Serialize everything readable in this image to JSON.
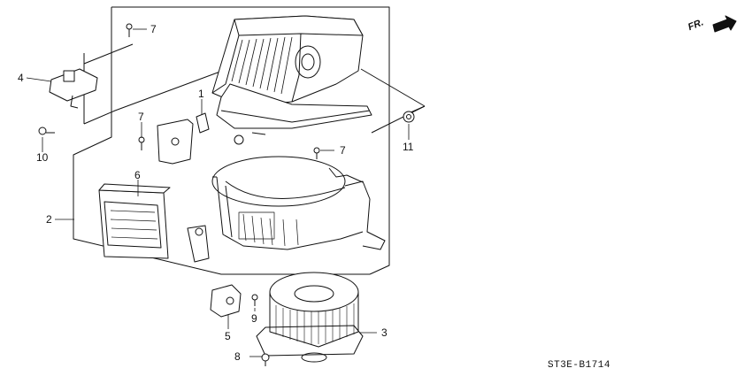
{
  "callouts": {
    "c1": "1",
    "c2": "2",
    "c3": "3",
    "c4": "4",
    "c5": "5",
    "c6": "6",
    "c7a": "7",
    "c7b": "7",
    "c7c": "7",
    "c8": "8",
    "c9": "9",
    "c10": "10",
    "c11": "11"
  },
  "direction_label": "FR.",
  "diagram_code": "ST3E-B1714"
}
